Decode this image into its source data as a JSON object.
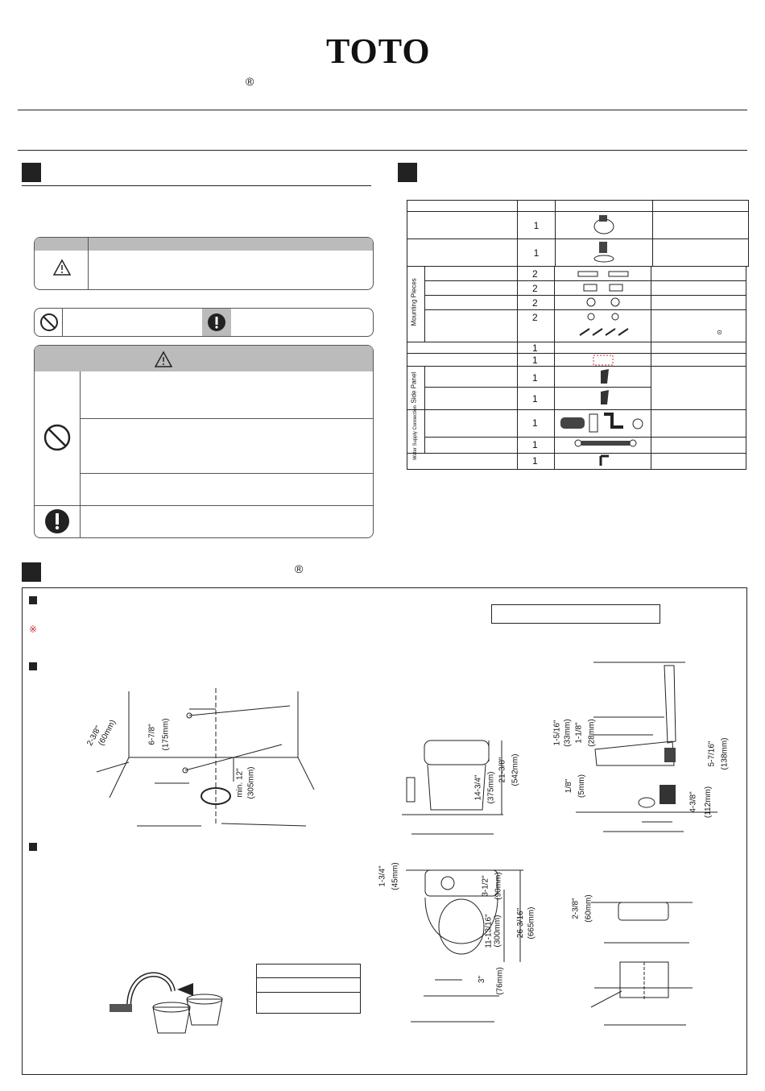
{
  "header": {
    "brand": "TOTO",
    "reg_mark": "®"
  },
  "section3": {
    "reg_mark": "®"
  },
  "parts_table": {
    "quantities": [
      "1",
      "1",
      "2",
      "2",
      "2",
      "2",
      "",
      "1",
      "1",
      "1",
      "1",
      "1",
      "1",
      "1"
    ],
    "group_labels": {
      "mounting": "Mounting Pieces",
      "side_panel": "Side Panel",
      "water_supply": "Water Supply Connection"
    }
  },
  "notes": {
    "red_mark": "※"
  },
  "dimensions": {
    "d1": "2-3/8\"",
    "d1mm": "(60mm)",
    "d2": "6-7/8\"",
    "d2mm": "(175mm)",
    "d3": "min. 12\"",
    "d3mm": "(305mm)",
    "d4": "14-3/4\"",
    "d4mm": "(375mm)",
    "d5": "21-3/8\"",
    "d5mm": "(542mm)",
    "d6": "1-5/16\"",
    "d6mm": "(33mm)",
    "d7": "1-1/8\"",
    "d7mm": "(28mm)",
    "d8": "1/8\"",
    "d8mm": "(5mm)",
    "d9": "5-7/16\"",
    "d9mm": "(138mm)",
    "d10": "4-3/8\"",
    "d10mm": "(112mm)",
    "d11": "1-3/4\"",
    "d11mm": "(45mm)",
    "d12": "3-1/2\"",
    "d12mm": "(90mm)",
    "d13": "11-13/16\"",
    "d13mm": "(300mm)",
    "d14": "26-3/16\"",
    "d14mm": "(665mm)",
    "d15": "3\"",
    "d15mm": "(76mm)",
    "d16": "2-3/8\"",
    "d16mm": "(60mm)"
  }
}
